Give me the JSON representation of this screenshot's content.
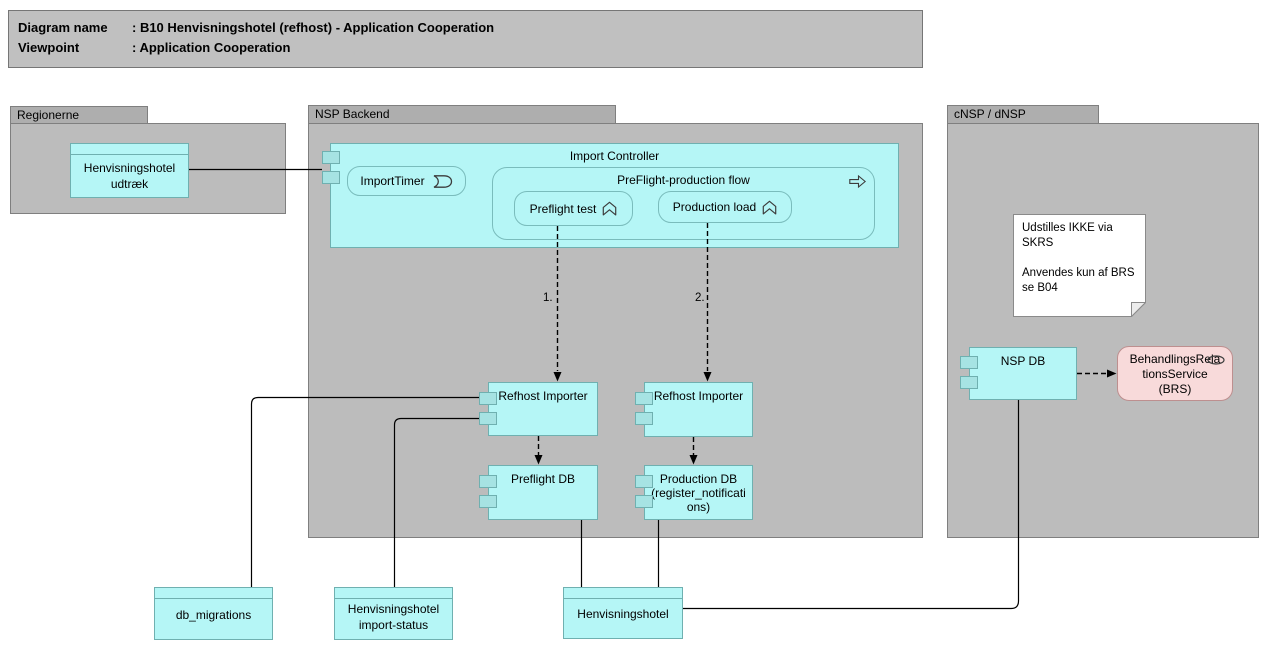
{
  "title": {
    "rows": [
      {
        "label": "Diagram name",
        "value": ": B10 Henvisningshotel (refhost) - Application Cooperation"
      },
      {
        "label": "Viewpoint",
        "value": ": Application Cooperation"
      }
    ]
  },
  "groups": {
    "regionerne": "Regionerne",
    "nsp_backend": "NSP Backend",
    "cnsp": "cNSP / dNSP"
  },
  "elements": {
    "udtraek": "Henvisningshotel udtræk",
    "import_controller": "Import Controller",
    "import_timer": "ImportTimer",
    "preflight_flow": "PreFlight-production flow",
    "preflight_test": "Preflight test",
    "production_load": "Production load",
    "refhost_importer_1": "Refhost Importer",
    "refhost_importer_2": "Refhost Importer",
    "preflight_db": "Preflight DB",
    "production_db": "Production DB (register_notifications)",
    "nsp_db": "NSP DB",
    "brs": "BehandlingsRelationsService (BRS)",
    "db_migrations": "db_migrations",
    "import_status": "Henvisningshotel import-status",
    "henvisningshotel": "Henvisningshotel"
  },
  "note": {
    "text": "Udstilles IKKE via SKRS\n\nAnvendes kun af BRS\nse B04"
  },
  "flow_labels": {
    "step1": "1.",
    "step2": "2."
  },
  "icons": {
    "import_timer": "event-icon",
    "preflight_flow": "process-arrow-icon",
    "preflight_test": "function-icon",
    "production_load": "function-icon",
    "brs": "service-oval-icon",
    "note": "folded-corner-icon"
  },
  "colors": {
    "element_fill": "#b5f6f6",
    "element_border": "#6fb0b0",
    "port_fill": "#a6e3e3",
    "group_fill": "#bcbcbc",
    "group_tab_fill": "#aeaeae",
    "group_border": "#7f7f7f",
    "service_fill": "#f8dada",
    "service_border": "#bd8f8f",
    "note_fill": "#ffffff",
    "line_color": "#000000"
  }
}
